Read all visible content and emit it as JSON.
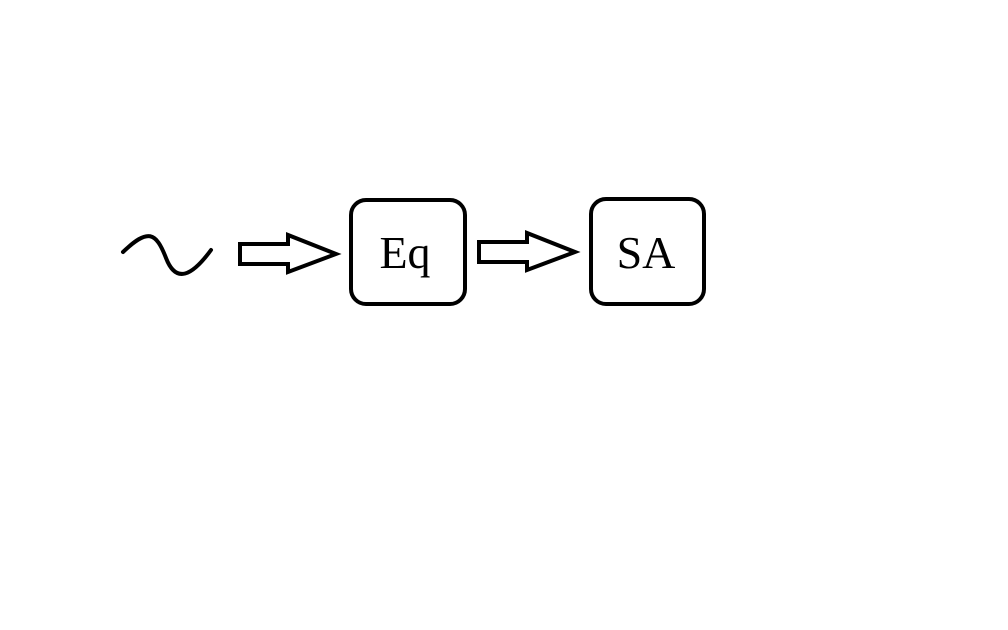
{
  "diagram": {
    "nodes": [
      {
        "id": "source",
        "kind": "sine-wave-icon",
        "label": ""
      },
      {
        "id": "eq",
        "kind": "block",
        "label": "Eq"
      },
      {
        "id": "sa",
        "kind": "block",
        "label": "SA"
      }
    ],
    "edges": [
      {
        "from": "source",
        "to": "eq",
        "style": "hollow-block-arrow"
      },
      {
        "from": "eq",
        "to": "sa",
        "style": "hollow-block-arrow"
      }
    ],
    "colors": {
      "stroke": "#000000",
      "fill": "#ffffff",
      "background": "#ffffff"
    }
  }
}
